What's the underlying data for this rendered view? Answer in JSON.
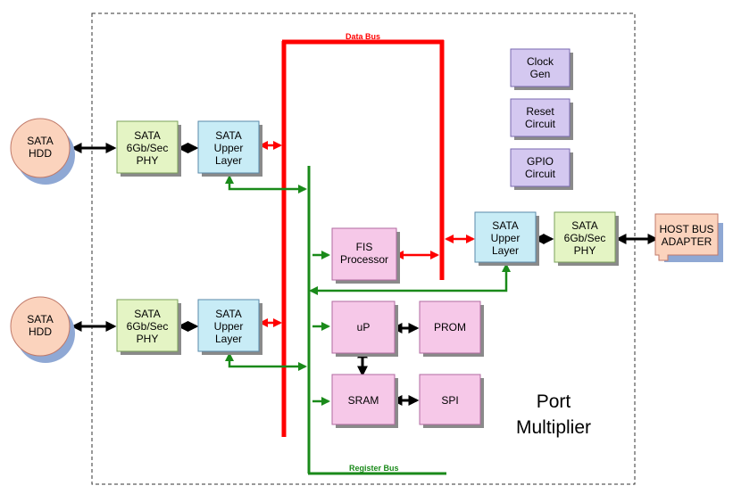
{
  "colors": {
    "data_bus": "#ff0000",
    "register_bus": "#1a8a1a",
    "phy_fill": "#e4f4c4",
    "upper_fill": "#c8ecf6",
    "block_fill": "#f6c8e8",
    "small_fill": "#d4c8f0",
    "hdd_fill": "#fbd3bd",
    "hdd_shadow": "#8fa8d4"
  },
  "diagram": {
    "data_bus_label": "Data Bus",
    "register_bus_label": "Register Bus",
    "title_line1": "Port",
    "title_line2": "Multiplier",
    "hdd1": [
      "SATA",
      "HDD"
    ],
    "hdd2": [
      "SATA",
      "HDD"
    ],
    "phy1": [
      "SATA",
      "6Gb/Sec",
      "PHY"
    ],
    "phy2": [
      "SATA",
      "6Gb/Sec",
      "PHY"
    ],
    "phy_host": [
      "SATA",
      "6Gb/Sec",
      "PHY"
    ],
    "upper1": [
      "SATA",
      "Upper",
      "Layer"
    ],
    "upper2": [
      "SATA",
      "Upper",
      "Layer"
    ],
    "upper_host": [
      "SATA",
      "Upper",
      "Layer"
    ],
    "fis": [
      "FIS",
      "Processor"
    ],
    "up": "uP",
    "prom": "PROM",
    "sram": "SRAM",
    "spi": "SPI",
    "clock": [
      "Clock",
      "Gen"
    ],
    "reset": [
      "Reset",
      "Circuit"
    ],
    "gpio": [
      "GPIO",
      "Circuit"
    ],
    "host": [
      "HOST BUS",
      "ADAPTER"
    ]
  }
}
